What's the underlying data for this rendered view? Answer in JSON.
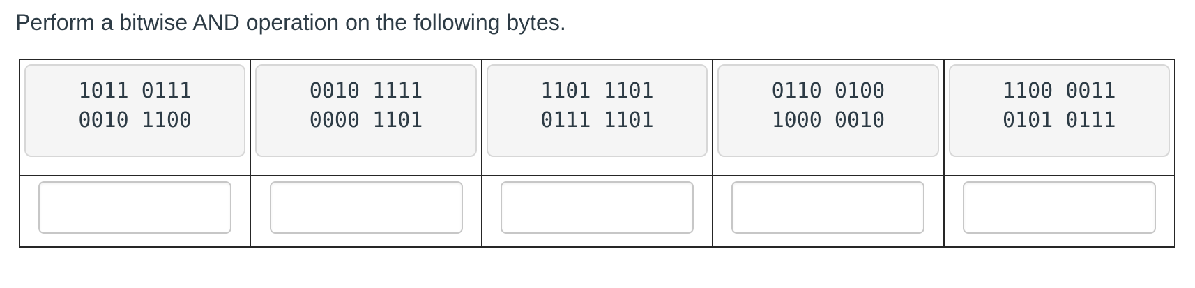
{
  "question": {
    "prompt": "Perform a bitwise AND operation on the following bytes."
  },
  "table": {
    "columns": [
      {
        "byte1": "1011 0111",
        "byte2": "0010 1100",
        "answer_value": "",
        "answer_placeholder": ""
      },
      {
        "byte1": "0010 1111",
        "byte2": "0000 1101",
        "answer_value": "",
        "answer_placeholder": ""
      },
      {
        "byte1": "1101 1101",
        "byte2": "0111 1101",
        "answer_value": "",
        "answer_placeholder": ""
      },
      {
        "byte1": "0110 0100",
        "byte2": "1000 0010",
        "answer_value": "",
        "answer_placeholder": ""
      },
      {
        "byte1": "1100 0011",
        "byte2": "0101 0111",
        "answer_value": "",
        "answer_placeholder": ""
      }
    ]
  },
  "colors": {
    "text": "#2d3b45",
    "page_background": "#ffffff",
    "table_border": "#262626",
    "card_background": "#f5f5f5",
    "card_border": "#d7d7d7",
    "input_border": "#c7c7c7"
  }
}
